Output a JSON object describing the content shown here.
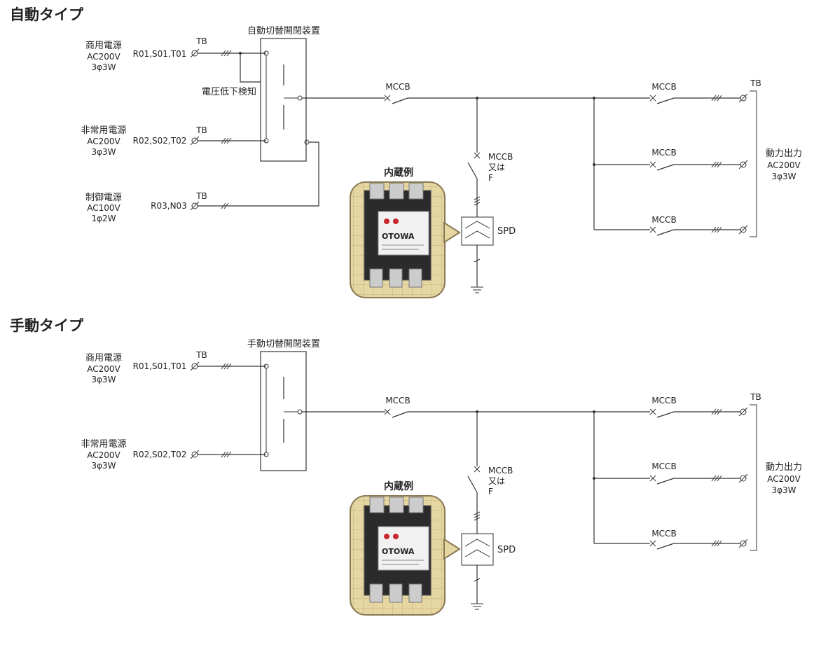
{
  "sections": [
    {
      "title": "自動タイプ",
      "switch_label": "自動切替開閉装置",
      "sources": [
        {
          "name": "商用電源",
          "spec": "AC200V",
          "phase": "3φ3W",
          "terminals": "R01,S01,T01"
        },
        {
          "name": "非常用電源",
          "spec": "AC200V",
          "phase": "3φ3W",
          "terminals": "R02,S02,T02"
        },
        {
          "name": "制御電源",
          "spec": "AC100V",
          "phase": "1φ2W",
          "terminals": "R03,N03"
        }
      ],
      "detect_label": "電圧低下検知",
      "tb": "TB",
      "mccb": "MCCB",
      "branch_mccb": "MCCB",
      "branch_or": "又は",
      "branch_f": "F",
      "spd": "SPD",
      "builtin": "内蔵例",
      "product_brand": "OTOWA",
      "output_name": "動力出力",
      "output_spec": "AC200V",
      "output_phase": "3φ3W"
    },
    {
      "title": "手動タイプ",
      "switch_label": "手動切替開閉装置",
      "sources": [
        {
          "name": "商用電源",
          "spec": "AC200V",
          "phase": "3φ3W",
          "terminals": "R01,S01,T01"
        },
        {
          "name": "非常用電源",
          "spec": "AC200V",
          "phase": "3φ3W",
          "terminals": "R02,S02,T02"
        }
      ],
      "tb": "TB",
      "mccb": "MCCB",
      "branch_mccb": "MCCB",
      "branch_or": "又は",
      "branch_f": "F",
      "spd": "SPD",
      "builtin": "内蔵例",
      "product_brand": "OTOWA",
      "output_name": "動力出力",
      "output_spec": "AC200V",
      "output_phase": "3φ3W"
    }
  ],
  "colors": {
    "line": "#333333",
    "photo_bg": "#e8d9a8",
    "photo_border": "#8a7a55",
    "device_body": "#2b2b2b",
    "brand_red": "#c8282d",
    "spd_fill": "#e6e6e6"
  }
}
